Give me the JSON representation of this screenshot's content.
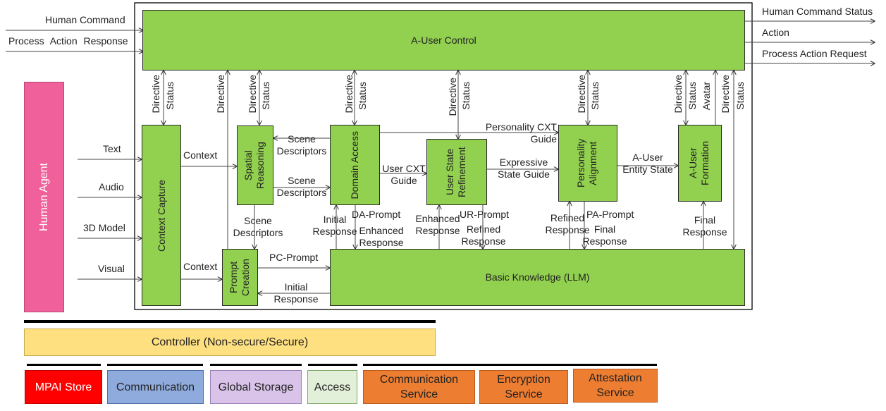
{
  "external_inputs": {
    "human_command": "Human Command",
    "process_action_response": "Process Action Response"
  },
  "external_outputs": {
    "human_command_status": "Human Command Status",
    "action": "Action",
    "process_action_request": "Process Action Request"
  },
  "human_agent": {
    "label": "Human Agent",
    "color": "#f0609a"
  },
  "modality_inputs": [
    "Text",
    "Audio",
    "3D Model",
    "Visual"
  ],
  "modules": {
    "a_user_control": "A-User Control",
    "context_capture": "Context Capture",
    "spatial_reasoning": "Spatial Reasoning",
    "domain_access": "Domain Access",
    "user_state_refinement": "User State Refinement",
    "personality_alignment": "Personality Alignment",
    "a_user_formation": "A-User Formation",
    "prompt_creation": "Prompt Creation",
    "basic_knowledge": "Basic Knowledge (LLM)"
  },
  "control_labels": {
    "directive": "Directive",
    "status": "Status",
    "avatar": "Avatar"
  },
  "flow_labels": {
    "context": "Context",
    "scene_descriptors": "Scene Descriptors",
    "user_cxt_guide": "User CXT Guide",
    "personality_cxt_guide": "Personality CXT Guide",
    "expressive_state_guide": "Expressive State Guide",
    "a_user_entity_state": "A-User Entity State",
    "pc_prompt": "PC-Prompt",
    "initial_response": "Initial Response",
    "da_prompt": "DA-Prompt",
    "enhanced_response": "Enhanced Response",
    "ur_prompt": "UR-Prompt",
    "refined_response": "Refined Response",
    "pa_prompt": "PA-Prompt",
    "final_response": "Final Response"
  },
  "controller": {
    "label": "Controller (Non-secure/Secure)",
    "color": "#ffe081"
  },
  "services": [
    {
      "label": "MPAI Store",
      "color": "#ff0000",
      "text_color": "#ffffff"
    },
    {
      "label": "Communication",
      "color": "#8faadc",
      "text_color": "#222222"
    },
    {
      "label": "Global Storage",
      "color": "#d9c3e9",
      "text_color": "#222222"
    },
    {
      "label": "Access",
      "color": "#e2f0d9",
      "text_color": "#222222"
    },
    {
      "label": "Communication Service",
      "color": "#ed7d31",
      "text_color": "#222222"
    },
    {
      "label": "Encryption Service",
      "color": "#ed7d31",
      "text_color": "#222222"
    },
    {
      "label": "Attestation Service",
      "color": "#ed7d31",
      "text_color": "#222222"
    }
  ],
  "colors": {
    "module_green": "#92d050"
  }
}
